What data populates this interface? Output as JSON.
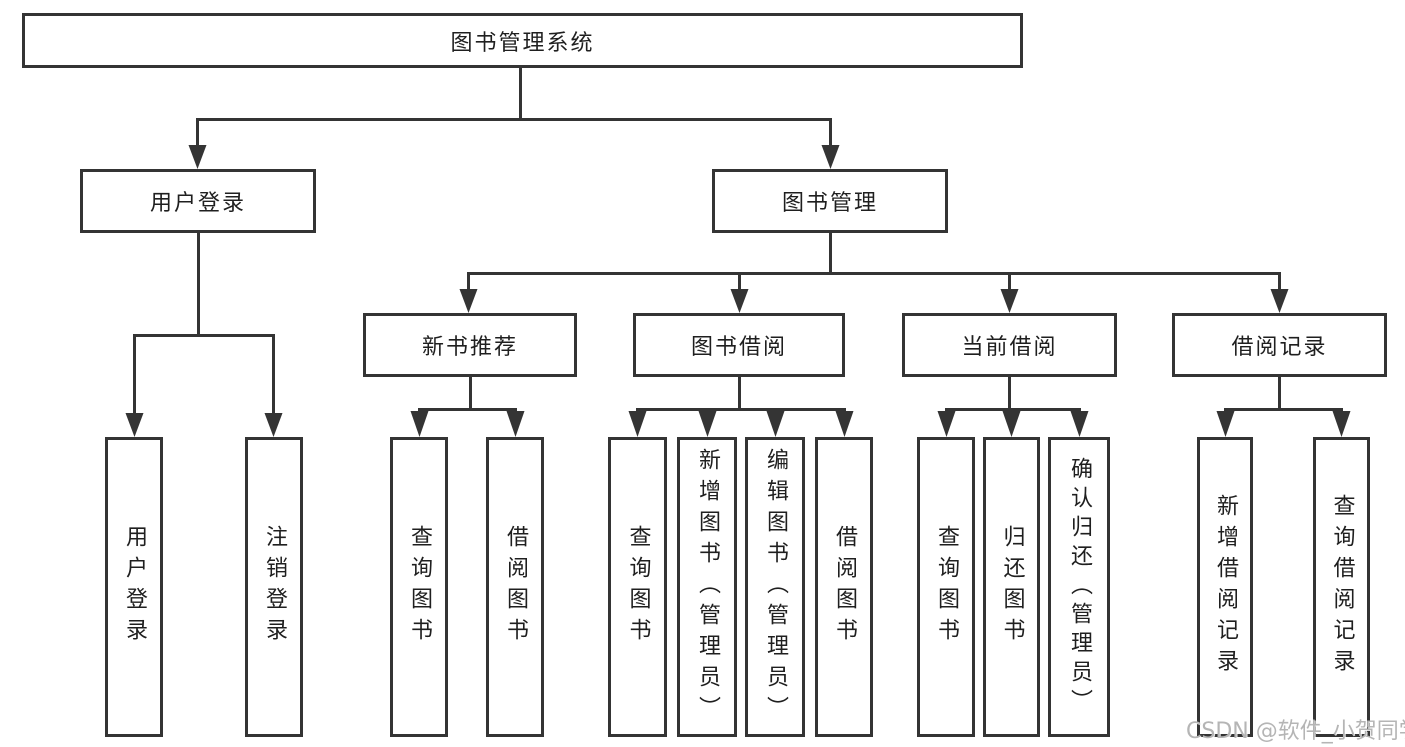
{
  "title": "图书管理系统",
  "nodes": {
    "level2": [
      "用户登录",
      "图书管理"
    ],
    "level3": [
      "新书推荐",
      "图书借阅",
      "当前借阅",
      "借阅记录"
    ],
    "leaves": {
      "login": [
        "用户登录",
        "注销登录"
      ],
      "new_book": [
        "查询图书",
        "借阅图书"
      ],
      "borrow": [
        "查询图书",
        "新增图书（管理员）",
        "编辑图书（管理员）",
        "借阅图书"
      ],
      "current": [
        "查询图书",
        "归还图书",
        "确认归还（管理员）"
      ],
      "record": [
        "新增借阅记录",
        "查询借阅记录"
      ]
    }
  },
  "watermark": "CSDN @软件_小贺同学",
  "colors": {
    "line": "#343434",
    "text": "#1f1f1f",
    "watermark": "#b5b5b5",
    "background": "#ffffff"
  }
}
